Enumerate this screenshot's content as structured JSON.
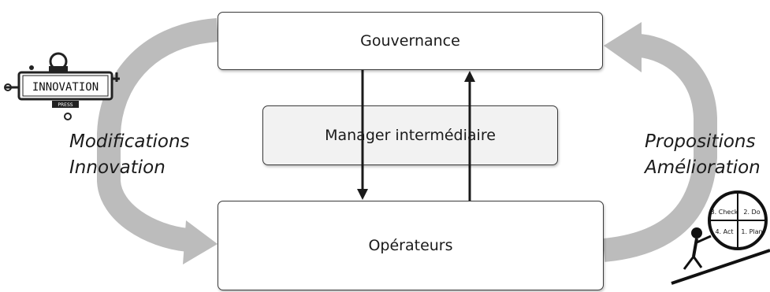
{
  "boxes": {
    "governance": "Gouvernance",
    "middle_manager": "Manager intermédiaire",
    "operators": "Opérateurs"
  },
  "left_side": {
    "line1": "Modifications",
    "line2": "Innovation",
    "logo_text": "INNOVATION",
    "logo_subtext": "PRESS"
  },
  "right_side": {
    "line1": "Propositions",
    "line2": "Amélioration",
    "pdca": {
      "q1": "1. Plan",
      "q2": "2. Do",
      "q3": "3. Check",
      "q4": "4. Act"
    }
  },
  "colors": {
    "arrow_gray": "#b4b4b4",
    "border": "#3a3a3a",
    "arrow_dark": "#1a1a1a"
  }
}
